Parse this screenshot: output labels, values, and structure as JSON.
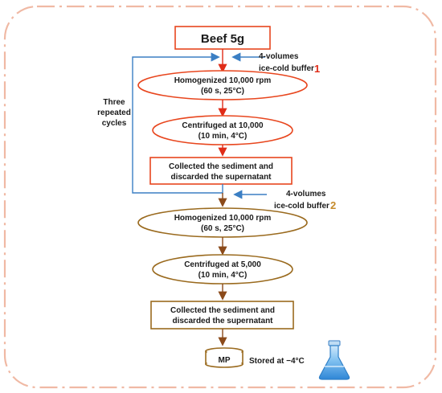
{
  "colors": {
    "frame": "#f0b9a4",
    "red_stage": "#e8461e",
    "brown_stage": "#9a6a1e",
    "blue_loop": "#3b7fc4",
    "arrow_red": "#e02c18",
    "arrow_brown": "#8b4a1a",
    "flask": "#5aa8e6"
  },
  "flow": {
    "start": "Beef 5g",
    "buffer1": {
      "line1": "4-volumes",
      "line2": "ice-cold buffer",
      "number": "1"
    },
    "stage1": {
      "homogenize": {
        "line1": "Homogenized 10,000 rpm",
        "line2": "(60 s, 25°C)"
      },
      "centrifuge": {
        "line1": "Centrifuged at 10,000",
        "line2": "(10 min, 4°C)"
      },
      "collect": {
        "line1": "Collected the sediment and",
        "line2": "discarded the supernatant"
      }
    },
    "loop": {
      "line1": "Three",
      "line2": "repeated",
      "line3": "cycles"
    },
    "buffer2": {
      "line1": "4-volumes",
      "line2": "ice-cold buffer",
      "number": "2"
    },
    "stage2": {
      "homogenize": {
        "line1": "Homogenized 10,000 rpm",
        "line2": "(60 s, 25°C)"
      },
      "centrifuge": {
        "line1": "Centrifuged at 5,000",
        "line2": "(10 min, 4°C)"
      },
      "collect": {
        "line1": "Collected the sediment and",
        "line2": "discarded the supernatant"
      }
    },
    "product": {
      "label": "MP",
      "storage": "Stored at −4°C"
    }
  },
  "icons": {
    "flask": "flask-icon",
    "container": "dish-icon"
  }
}
